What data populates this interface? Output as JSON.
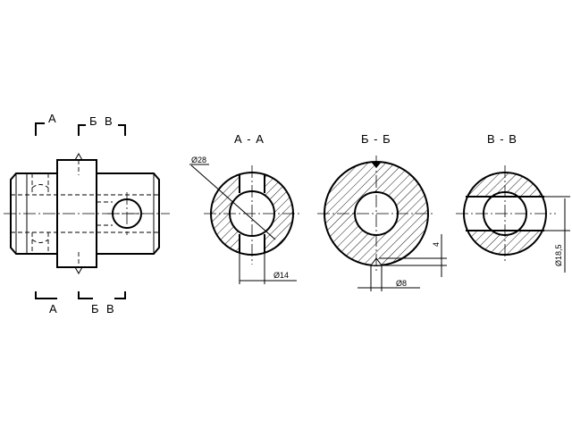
{
  "main_view": {
    "top_labels": {
      "a": "А",
      "b": "Б",
      "v": "В"
    },
    "bottom_labels": {
      "a": "А",
      "b": "Б",
      "v": "В"
    }
  },
  "sections": [
    {
      "title": "А - А",
      "dims": {
        "outer_diameter": "Ø28",
        "slot_width": "Ø14"
      }
    },
    {
      "title": "Б - Б",
      "dims": {
        "groove_depth": "4",
        "groove_width": "Ø8"
      }
    },
    {
      "title": "В - В",
      "dims": {
        "flat_height": "Ø18,5"
      }
    }
  ]
}
